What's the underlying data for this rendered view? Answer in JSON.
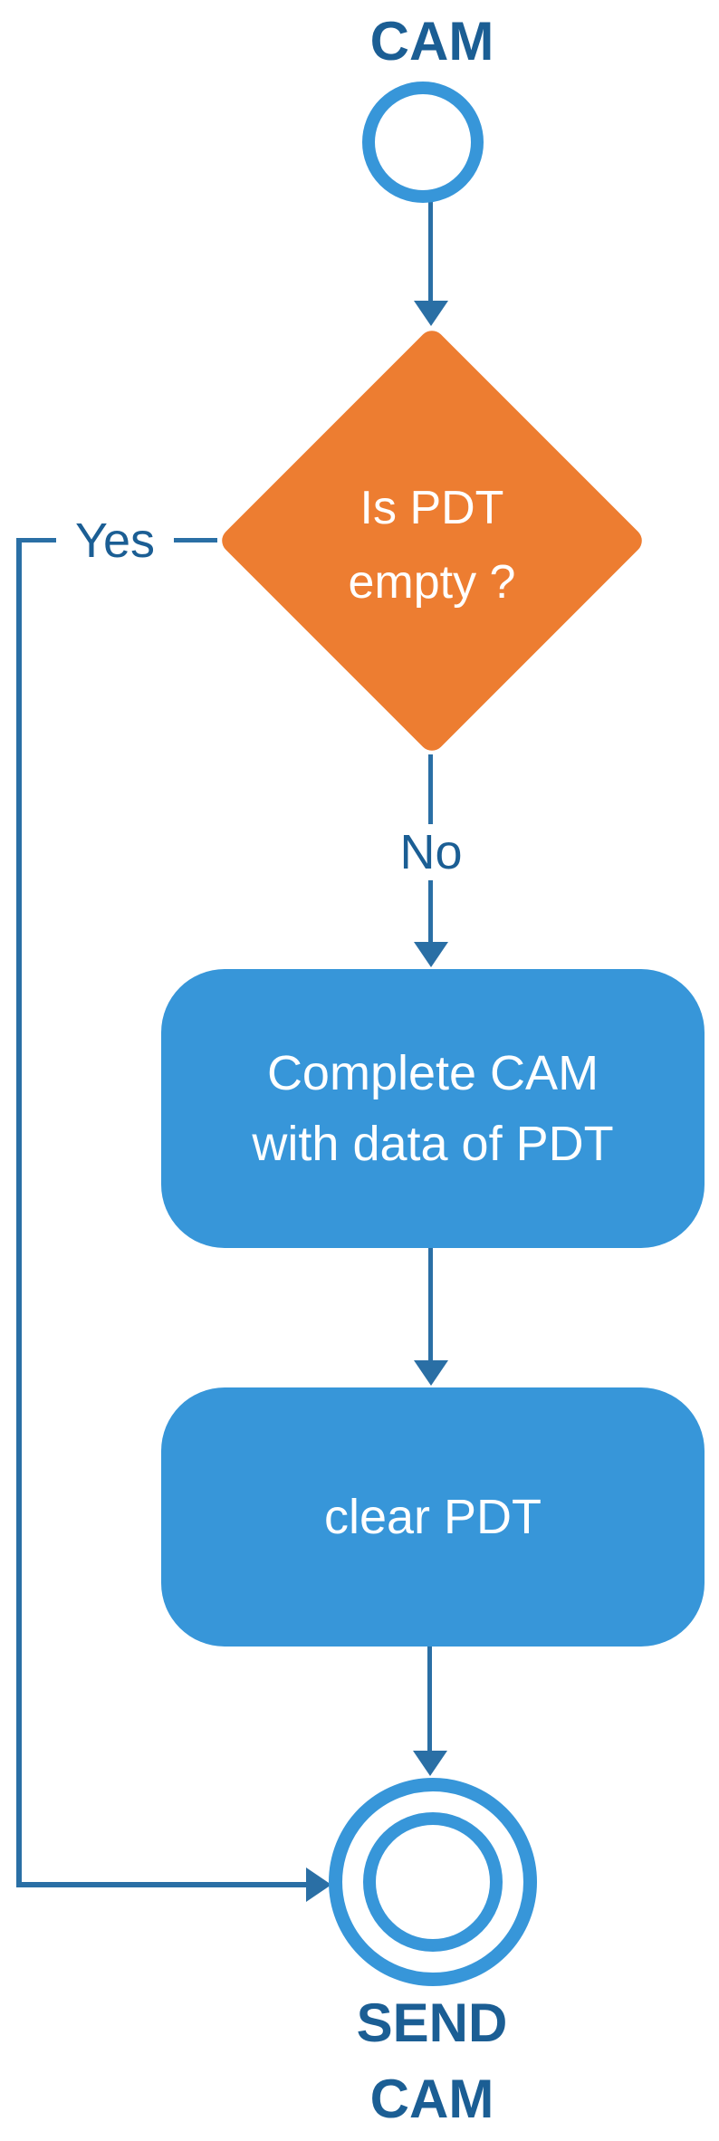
{
  "flowchart": {
    "start": {
      "label": "CAM"
    },
    "decision": {
      "line1": "Is PDT",
      "line2": "empty ?"
    },
    "branches": {
      "yes": "Yes",
      "no": "No"
    },
    "process_complete": {
      "line1": "Complete CAM",
      "line2": "with data of PDT"
    },
    "process_clear": {
      "label": "clear PDT"
    },
    "end": {
      "line1": "SEND",
      "line2": "CAM"
    }
  },
  "colors": {
    "process_fill": "#3796D9",
    "decision_fill": "#ED7D31",
    "connector": "#2A6FA5",
    "label_text": "#1B5E94",
    "node_text": "#FFFFFF"
  }
}
